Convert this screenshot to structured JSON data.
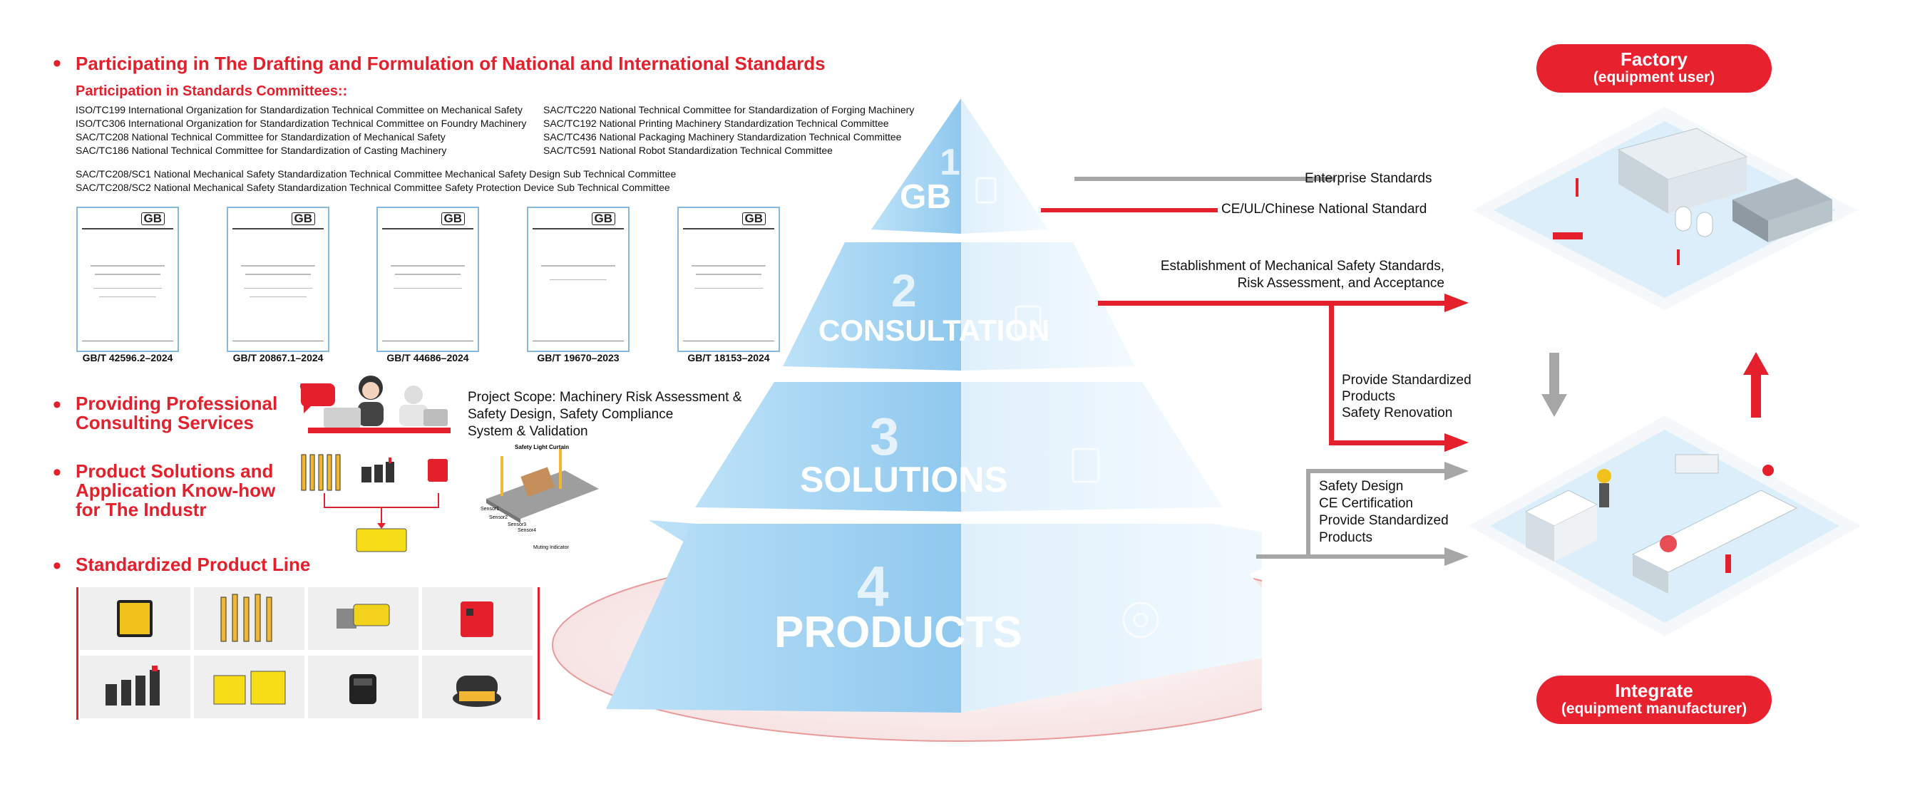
{
  "left": {
    "heading": "Participating in The Drafting and Formulation of National and International Standards",
    "committees_title": "Participation in Standards Committees::",
    "committees_col1": [
      "ISO/TC199 International Organization for Standardization Technical Committee on Mechanical Safety",
      "ISO/TC306 International Organization for Standardization Technical Committee on Foundry Machinery",
      "SAC/TC208 National Technical Committee for Standardization of Mechanical Safety",
      "SAC/TC186 National Technical Committee for Standardization of Casting Machinery"
    ],
    "committees_col2": [
      "SAC/TC220 National Technical Committee for Standardization of Forging Machinery",
      "SAC/TC192 National Printing Machinery Standardization Technical Committee",
      "SAC/TC436 National Packaging Machinery Standardization Technical Committee",
      "SAC/TC591 National Robot Standardization Technical Committee"
    ],
    "committees_sub": [
      "SAC/TC208/SC1 National Mechanical Safety Standardization Technical Committee Mechanical Safety Design Sub Technical Committee",
      "SAC/TC208/SC2 National Mechanical Safety Standardization Technical Committee Safety Protection Device Sub Technical Committee"
    ],
    "doc_badge": "GB",
    "documents": [
      "GB/T 42596.2–2024",
      "GB/T 20867.1–2024",
      "GB/T 44686–2024",
      "GB/T 19670–2023",
      "GB/T 18153–2024"
    ],
    "consulting_title": [
      "Providing Professional",
      "Consulting Services"
    ],
    "project_scope": [
      "Project Scope: Machinery Risk Assessment &",
      "Safety Design, Safety Compliance",
      "System & Validation"
    ],
    "solutions_title": [
      "Product Solutions and",
      "Application Know-how",
      "for The Industr"
    ],
    "diagram_labels": {
      "curtain": "Safety Light Curtain",
      "sensor1": "Sensor1",
      "sensor2": "Sensor2",
      "sensor3": "Sensor3",
      "sensor4": "Sensor4",
      "muting": "Muting Indicator"
    },
    "product_line_title": "Standardized Product Line"
  },
  "pyramid": {
    "tiers": [
      {
        "num": "1",
        "label": "GB"
      },
      {
        "num": "2",
        "label": "CONSULTATION"
      },
      {
        "num": "3",
        "label": "SOLUTIONS"
      },
      {
        "num": "4",
        "label": "PRODUCTS"
      }
    ]
  },
  "right": {
    "enterprise": "Enterprise Standards",
    "ce": "CE/UL/Chinese National Standard",
    "establishment": [
      "Establishment of Mechanical Safety Standards,",
      "Risk Assessment, and Acceptance"
    ],
    "provide": [
      "Provide Standardized",
      "Products",
      "Safety Renovation"
    ],
    "safety": [
      "Safety Design",
      "CE Certification",
      "Provide Standardized",
      "Products"
    ],
    "factory": {
      "title": "Factory",
      "sub": "(equipment user)"
    },
    "integrate": {
      "title": "Integrate",
      "sub": "(equipment manufacturer)"
    }
  },
  "colors": {
    "accent": "#e3202b",
    "pyramid": "#a9d4f2",
    "gray": "#a6a6a6"
  }
}
